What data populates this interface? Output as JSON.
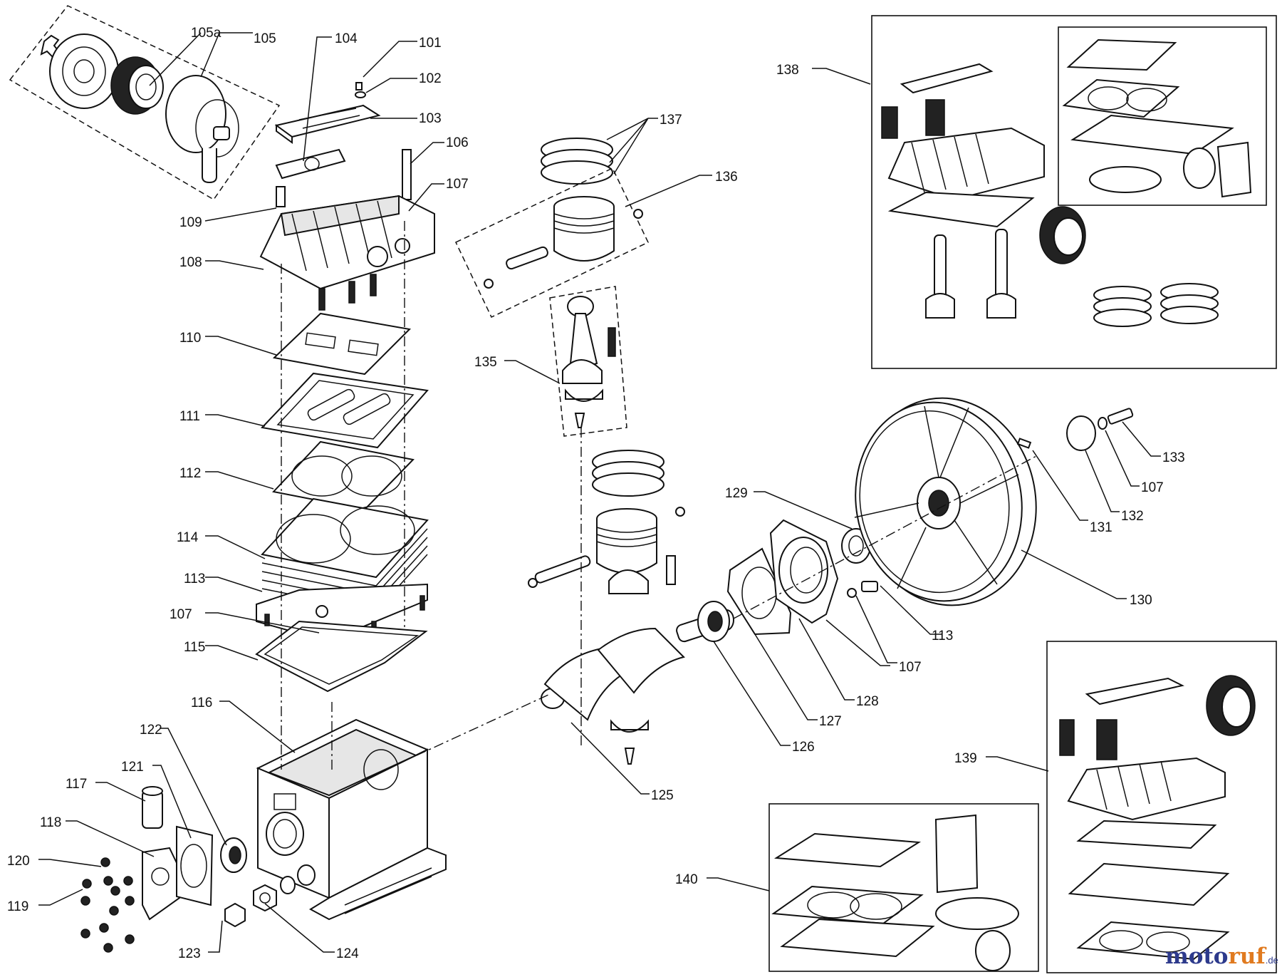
{
  "callouts": {
    "c101": "101",
    "c102": "102",
    "c103": "103",
    "c104": "104",
    "c105": "105",
    "c105a": "105a",
    "c106": "106",
    "c107a": "107",
    "c107b": "107",
    "c107c": "107",
    "c107d": "107",
    "c108": "108",
    "c109": "109",
    "c110": "110",
    "c111": "111",
    "c112": "112",
    "c113a": "113",
    "c113b": "113",
    "c114": "114",
    "c115": "115",
    "c116": "116",
    "c117": "117",
    "c118": "118",
    "c119": "119",
    "c120": "120",
    "c121": "121",
    "c122": "122",
    "c123": "123",
    "c124": "124",
    "c125": "125",
    "c126": "126",
    "c127": "127",
    "c128": "128",
    "c129": "129",
    "c130": "130",
    "c131": "131",
    "c132": "132",
    "c133": "133",
    "c135": "135",
    "c136": "136",
    "c137": "137",
    "c138": "138",
    "c139": "139",
    "c140": "140"
  },
  "watermark": {
    "part1": "moto",
    "part2": "ruf",
    "suffix": ".de"
  },
  "colors": {
    "line": "#111111",
    "background": "#ffffff",
    "watermark_blue": "#2d3a8c",
    "watermark_orange": "#e07a1f"
  }
}
